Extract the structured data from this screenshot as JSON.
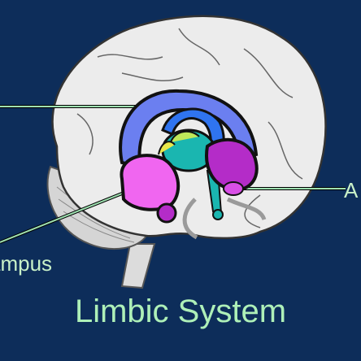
{
  "title": "Limbic System",
  "labels": {
    "hippocampus": "ampus",
    "amygdala": "A"
  },
  "colors": {
    "background": "#0d2d5a",
    "brain": "#e9e9e9",
    "label_text": "#aef0b8",
    "cingulate": "#6b7ff0",
    "hippocampus": "#f066f0",
    "amygdala": "#b42cc8",
    "thalamus": "#1ab6b0",
    "fornix": "#2f74f0"
  }
}
